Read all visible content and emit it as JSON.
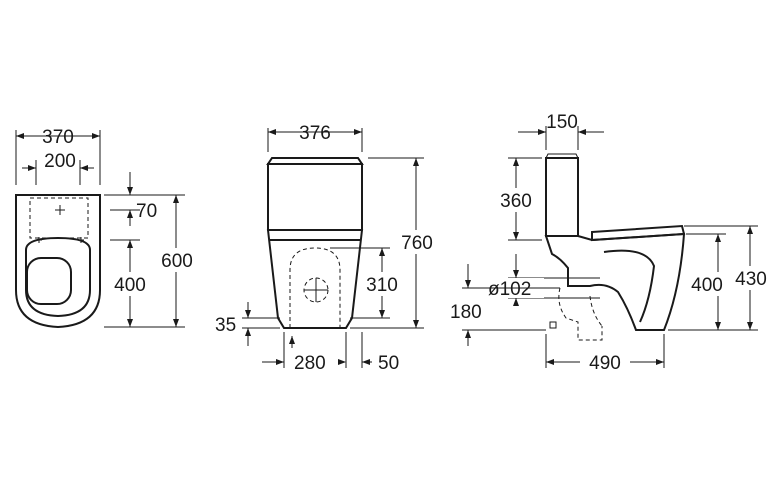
{
  "views": {
    "top": {
      "overall_width": "370",
      "inner_width": "200",
      "offset": "70",
      "inner_depth": "400",
      "overall_depth": "600"
    },
    "front": {
      "width": "376",
      "height": "760",
      "inlet_height": "310",
      "foot_height": "35",
      "foot_width": "280",
      "side_offset": "50"
    },
    "side": {
      "tank_depth": "150",
      "tank_height": "360",
      "outlet_diameter": "ø102",
      "outlet_height": "180",
      "rim_height": "400",
      "seat_height": "430",
      "overall_length": "490"
    }
  }
}
